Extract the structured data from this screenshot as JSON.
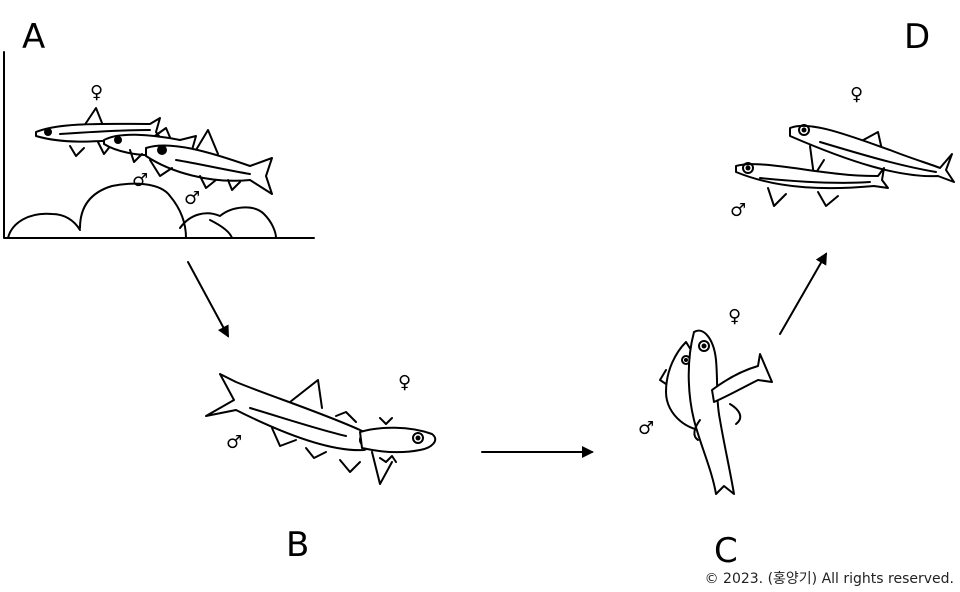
{
  "panels": {
    "a": {
      "letter": "A",
      "female": "♀",
      "male_1": "♂",
      "male_2": "♂"
    },
    "b": {
      "letter": "B",
      "female": "♀",
      "male": "♂"
    },
    "c": {
      "letter": "C",
      "female": "♀",
      "male": "♂"
    },
    "d": {
      "letter": "D",
      "female": "♀",
      "male": "♂"
    }
  },
  "copyright": "© 2023. (홍양기) All rights reserved."
}
